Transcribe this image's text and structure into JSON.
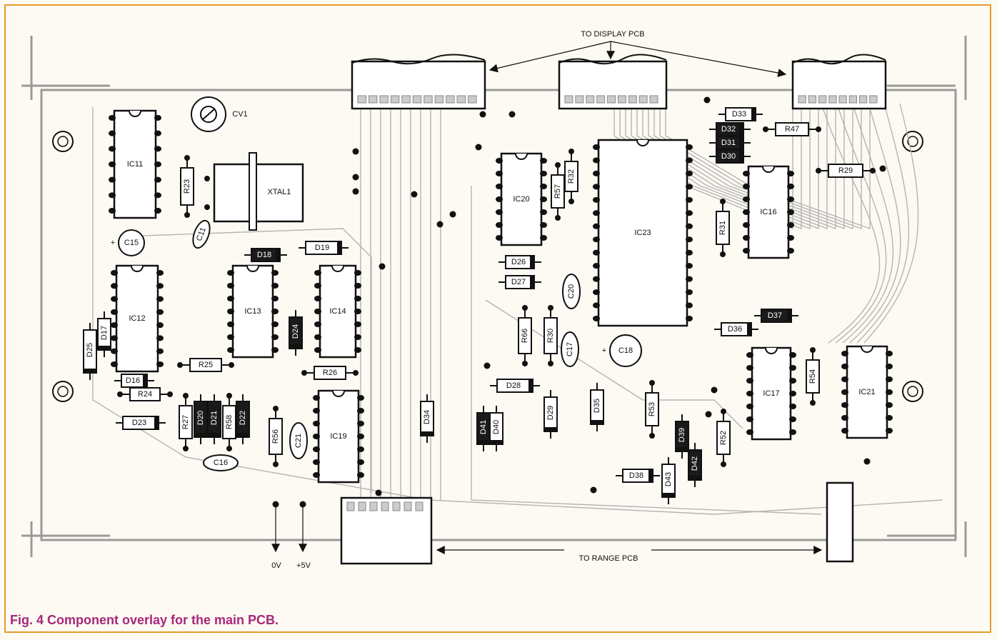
{
  "caption": "Fig. 4 Component overlay for the main PCB.",
  "annotations": {
    "to_display": "TO DISPLAY PCB",
    "to_range": "TO RANGE PCB",
    "zero_v": "0V",
    "plus_5v": "+5V"
  },
  "ics": [
    "IC11",
    "IC12",
    "IC13",
    "IC14",
    "IC16",
    "IC17",
    "IC19",
    "IC20",
    "IC21",
    "IC23"
  ],
  "resistors": [
    "R23",
    "R24",
    "R25",
    "R26",
    "R27",
    "R29",
    "R30",
    "R31",
    "R32",
    "R47",
    "R52",
    "R53",
    "R54",
    "R56",
    "R57",
    "R58",
    "R66"
  ],
  "diodes": [
    "D16",
    "D17",
    "D18",
    "D19",
    "D20",
    "D21",
    "D22",
    "D23",
    "D24",
    "D25",
    "D26",
    "D27",
    "D28",
    "D29",
    "D30",
    "D31",
    "D32",
    "D33",
    "D34",
    "D35",
    "D36",
    "D37",
    "D38",
    "D39",
    "D40",
    "D41",
    "D42",
    "D43"
  ],
  "capacitors": [
    "C15",
    "C16",
    "C17",
    "C18",
    "C20",
    "C21",
    "C11"
  ],
  "crystal": "XTAL1",
  "trimmer": "CV1",
  "colors": {
    "border": "#e79b2a",
    "caption": "#a8267b",
    "board": "#9a9a9a",
    "ink": "#111111"
  }
}
